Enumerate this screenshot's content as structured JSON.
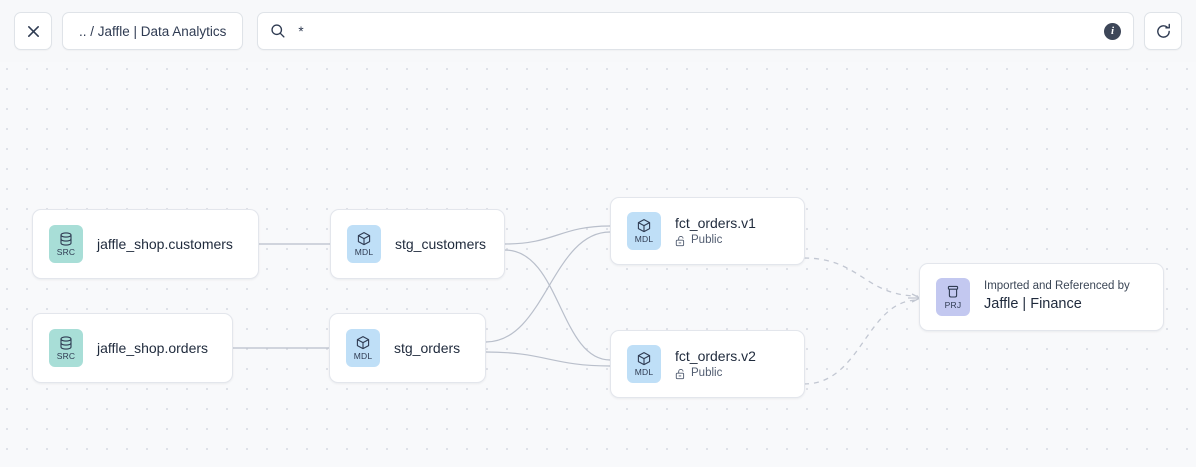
{
  "toolbar": {
    "close_label": "close-icon",
    "breadcrumb": ".. / Jaffle | Data Analytics",
    "search_value": "*",
    "search_placeholder": "",
    "search_icon": "search-icon",
    "info_icon_label": "i",
    "refresh_icon": "refresh-icon"
  },
  "graph": {
    "nodes": [
      {
        "id": "jaffle_shop_customers",
        "badge_type": "src",
        "badge_label": "SRC",
        "badge_icon": "database-icon",
        "title": "jaffle_shop.customers",
        "sub": null,
        "sub_icon": null
      },
      {
        "id": "jaffle_shop_orders",
        "badge_type": "src",
        "badge_label": "SRC",
        "badge_icon": "database-icon",
        "title": "jaffle_shop.orders",
        "sub": null,
        "sub_icon": null
      },
      {
        "id": "stg_customers",
        "badge_type": "mdl",
        "badge_label": "MDL",
        "badge_icon": "cube-icon",
        "title": "stg_customers",
        "sub": null,
        "sub_icon": null
      },
      {
        "id": "stg_orders",
        "badge_type": "mdl",
        "badge_label": "MDL",
        "badge_icon": "cube-icon",
        "title": "stg_orders",
        "sub": null,
        "sub_icon": null
      },
      {
        "id": "fct_orders_v1",
        "badge_type": "mdl",
        "badge_label": "MDL",
        "badge_icon": "cube-icon",
        "title": "fct_orders.v1",
        "sub": "Public",
        "sub_icon": "unlock-icon"
      },
      {
        "id": "fct_orders_v2",
        "badge_type": "mdl",
        "badge_label": "MDL",
        "badge_icon": "cube-icon",
        "title": "fct_orders.v2",
        "sub": "Public",
        "sub_icon": "unlock-icon"
      }
    ],
    "project_node": {
      "id": "jaffle_finance",
      "badge_type": "prj",
      "badge_label": "PRJ",
      "badge_icon": "project-icon",
      "caption": "Imported and Referenced by",
      "title": "Jaffle | Finance"
    }
  },
  "colors": {
    "canvas_bg": "#f8f9fb",
    "grid_dot": "#dcdfe6",
    "node_border": "#e3e6ec",
    "edge_solid": "#b9bfcb",
    "edge_dashed": "#c2c7d2",
    "badge_src": "#a8ded7",
    "badge_mdl": "#bfdff7",
    "badge_prj": "#c3c8f0",
    "text_primary": "#1f2a3c",
    "text_secondary": "#515c70"
  }
}
